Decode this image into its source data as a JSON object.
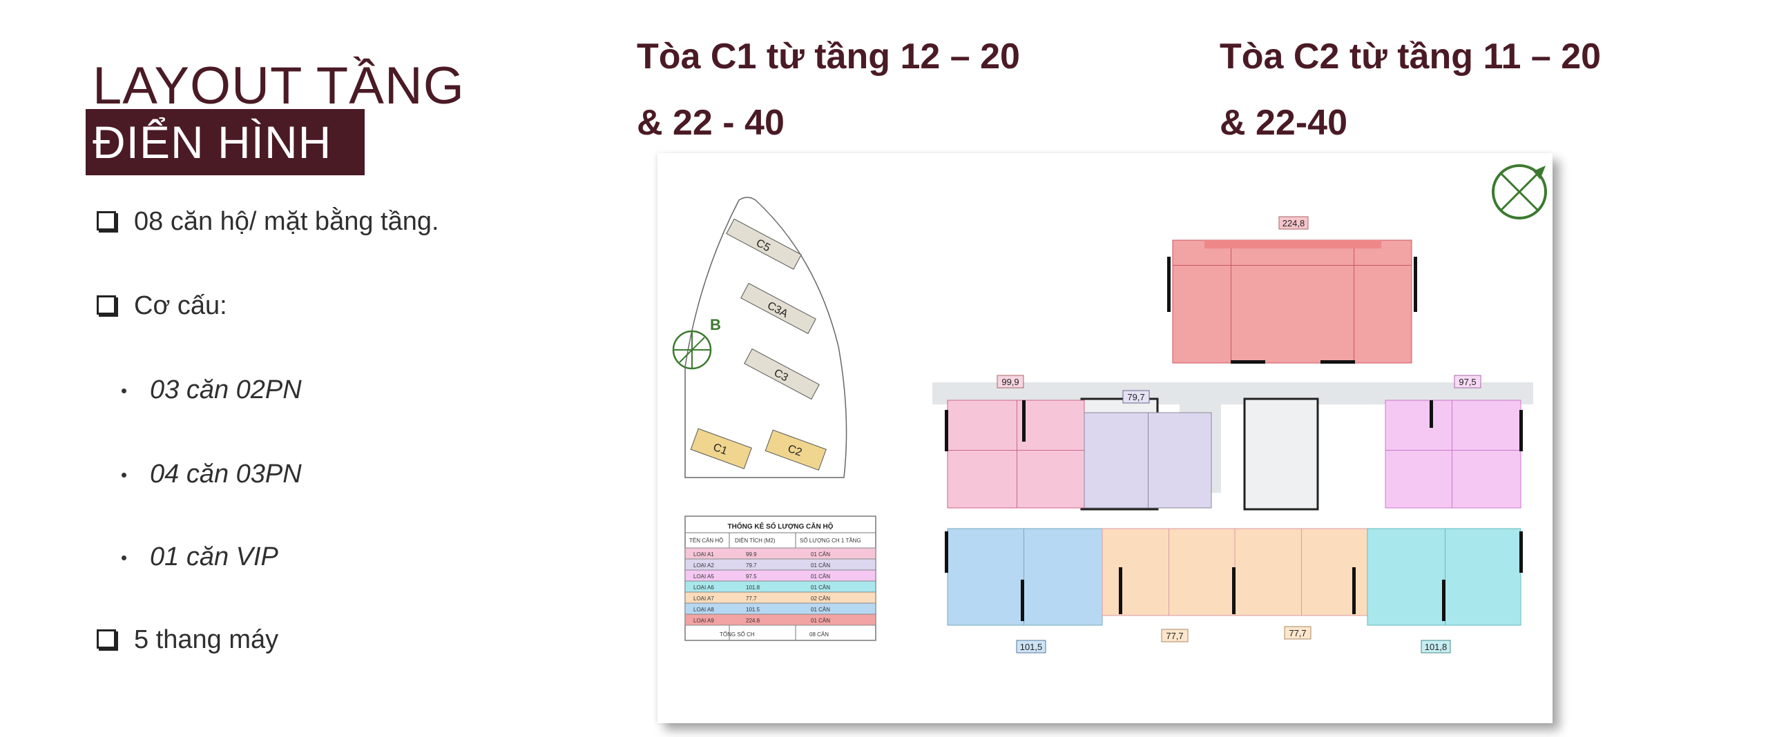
{
  "title": {
    "line1": "LAYOUT TẦNG",
    "line2": "ĐIỂN HÌNH"
  },
  "bullets": [
    {
      "text": "08 căn hộ/ mặt bằng tầng.",
      "level": 1
    },
    {
      "text": "Cơ cấu:",
      "level": 1
    },
    {
      "text": "03 căn 02PN",
      "level": 2
    },
    {
      "text": "04 căn 03PN",
      "level": 2
    },
    {
      "text": "01 căn VIP",
      "level": 2
    },
    {
      "text": "5 thang máy",
      "level": 1
    }
  ],
  "headings": {
    "c1_line1": "Tòa C1 từ tầng 12 – 20",
    "c1_line2": "& 22 - 40",
    "c2_line1": "Tòa C2 từ tầng 11 – 20",
    "c2_line2": "& 22-40"
  },
  "site_map": {
    "compass_label": "B",
    "buildings": [
      "C5",
      "C3A",
      "C3",
      "C1",
      "C2"
    ]
  },
  "area_labels": {
    "a9": "224,8",
    "a1": "99,9",
    "a2": "79,7",
    "a5": "97,5",
    "a8": "101,5",
    "a7a": "77,7",
    "a7b": "77,7",
    "a6": "101,8"
  },
  "table": {
    "title": "THỐNG KÊ SỐ LƯỢNG CĂN HỘ",
    "headers": [
      "TÊN CĂN HỘ",
      "DIỆN TÍCH (M2)",
      "SỐ LƯỢNG CH 1 TẦNG"
    ],
    "rows": [
      [
        "LOẠI A1",
        "99.9",
        "01 CĂN"
      ],
      [
        "LOẠI A2",
        "79.7",
        "01 CĂN"
      ],
      [
        "LOẠI A5",
        "97.5",
        "01 CĂN"
      ],
      [
        "LOẠI A6",
        "101.8",
        "01 CĂN"
      ],
      [
        "LOẠI A7",
        "77.7",
        "02 CĂN"
      ],
      [
        "LOẠI A8",
        "101.5",
        "01 CĂN"
      ],
      [
        "LOẠI A9",
        "224.8",
        "01 CĂN"
      ]
    ],
    "footer": [
      "TỔNG SỐ CH",
      "08 CĂN"
    ]
  },
  "colors": {
    "brand": "#4a1a25",
    "a9": "#f2a3a3",
    "a1": "#f6c6d8",
    "a2": "#dcd7ef",
    "a5": "#f4c8f2",
    "a8": "#b7d8f2",
    "a7": "#fbdcbc",
    "a6": "#a8e7ec",
    "core": "#e3e6e8",
    "compass": "#3b7a2e",
    "site_building": "#e3ded2",
    "site_highlight": "#efd58e"
  }
}
